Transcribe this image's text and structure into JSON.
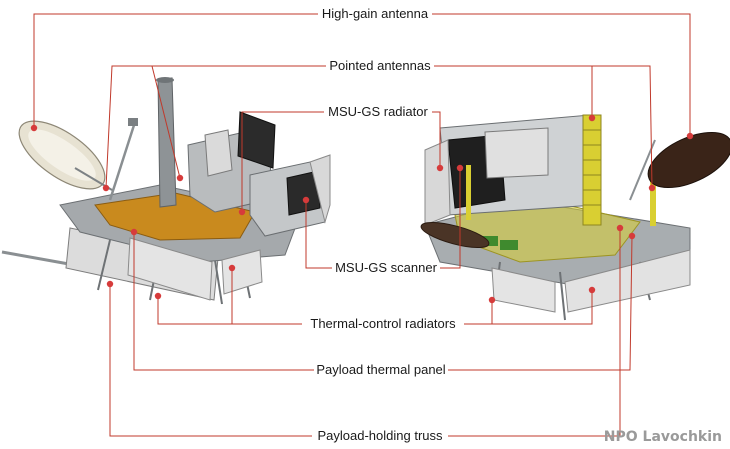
{
  "labels": {
    "high_gain_antenna": "High-gain antenna",
    "pointed_antennas": "Pointed antennas",
    "msu_gs_radiator": "MSU-GS radiator",
    "msu_gs_scanner": "MSU-GS scanner",
    "thermal_control_radiators": "Thermal-control radiators",
    "payload_thermal_panel": "Payload thermal panel",
    "payload_holding_truss": "Payload-holding truss"
  },
  "credit": "NPO Lavochkin",
  "colors": {
    "leader_line": "#c0392b",
    "marker": "#d63b3b",
    "thermal_blanket": "#c98a1e",
    "antenna_dish": "#e7e2d2",
    "antenna_dish_dark": "#3a2418",
    "radiator_black": "#1f1f1f",
    "structure_gray": "#9ea3a6",
    "panel_light": "#e6e6e6",
    "yellow_truss": "#d9cf32",
    "green_part": "#3f8a2e",
    "credit_gray": "#9a9a9a"
  }
}
